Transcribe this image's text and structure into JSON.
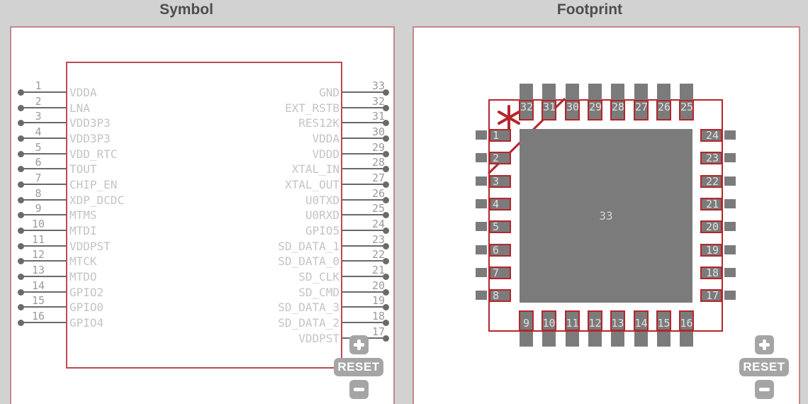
{
  "titles": {
    "symbol": "Symbol",
    "footprint": "Footprint"
  },
  "symbol": {
    "left_pins": [
      {
        "num": "1",
        "name": "VDDA"
      },
      {
        "num": "2",
        "name": "LNA"
      },
      {
        "num": "3",
        "name": "VDD3P3"
      },
      {
        "num": "4",
        "name": "VDD3P3"
      },
      {
        "num": "5",
        "name": "VDD_RTC"
      },
      {
        "num": "6",
        "name": "TOUT"
      },
      {
        "num": "7",
        "name": "CHIP_EN"
      },
      {
        "num": "8",
        "name": "XDP_DCDC"
      },
      {
        "num": "9",
        "name": "MTMS"
      },
      {
        "num": "10",
        "name": "MTDI"
      },
      {
        "num": "11",
        "name": "VDDPST"
      },
      {
        "num": "12",
        "name": "MTCK"
      },
      {
        "num": "13",
        "name": "MTDO"
      },
      {
        "num": "14",
        "name": "GPIO2"
      },
      {
        "num": "15",
        "name": "GPIO0"
      },
      {
        "num": "16",
        "name": "GPIO4"
      }
    ],
    "right_pins": [
      {
        "num": "33",
        "name": "GND"
      },
      {
        "num": "32",
        "name": "EXT_RSTB"
      },
      {
        "num": "31",
        "name": "RES12K"
      },
      {
        "num": "30",
        "name": "VDDA"
      },
      {
        "num": "29",
        "name": "VDDD"
      },
      {
        "num": "28",
        "name": "XTAL_IN"
      },
      {
        "num": "27",
        "name": "XTAL_OUT"
      },
      {
        "num": "26",
        "name": "U0TXD"
      },
      {
        "num": "25",
        "name": "U0RXD"
      },
      {
        "num": "24",
        "name": "GPIO5"
      },
      {
        "num": "23",
        "name": "SD_DATA_1"
      },
      {
        "num": "22",
        "name": "SD_DATA_0"
      },
      {
        "num": "21",
        "name": "SD_CLK"
      },
      {
        "num": "20",
        "name": "SD_CMD"
      },
      {
        "num": "19",
        "name": "SD_DATA_3"
      },
      {
        "num": "18",
        "name": "SD_DATA_2"
      },
      {
        "num": "17",
        "name": "VDDPST"
      }
    ]
  },
  "footprint": {
    "center_pad": "33",
    "top_pads": [
      "32",
      "31",
      "30",
      "29",
      "28",
      "27",
      "26",
      "25"
    ],
    "left_pads": [
      "1",
      "2",
      "3",
      "4",
      "5",
      "6",
      "7",
      "8"
    ],
    "right_pads": [
      "24",
      "23",
      "22",
      "21",
      "20",
      "19",
      "18",
      "17"
    ],
    "bottom_pads": [
      "9",
      "10",
      "11",
      "12",
      "13",
      "14",
      "15",
      "16"
    ]
  },
  "controls": {
    "zoom_in": "+",
    "reset": "RESET",
    "zoom_out": "−"
  },
  "colors": {
    "accent_red": "#b5262c",
    "symbol_border": "#bb4b53",
    "panel_border": "#c5888d",
    "pad_gray": "#7b7b7b",
    "pin_gray": "#6a6a6a",
    "button_gray": "#a5a5a5"
  }
}
